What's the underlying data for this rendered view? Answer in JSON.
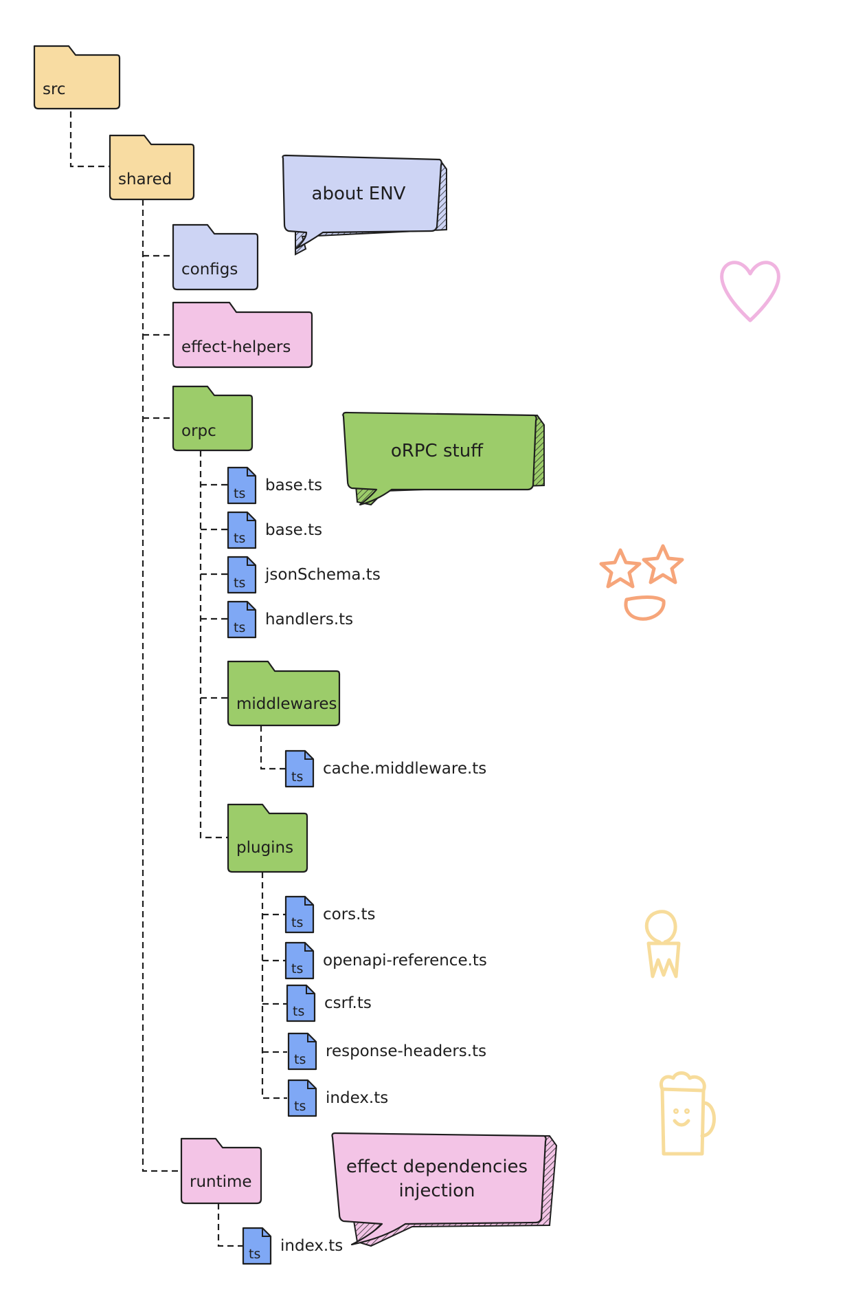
{
  "colors": {
    "folder_orange": "#f8dca2",
    "folder_lavender": "#cdd4f4",
    "folder_pink": "#f3c4e6",
    "folder_green": "#9ccc6a",
    "file_blue": "#7fa8f5",
    "outline": "#1e1e1e",
    "deco_heart": "#f0b4e0",
    "deco_stars": "#f6a57a",
    "deco_person": "#f7dc9b",
    "deco_beer": "#f7dc9b"
  },
  "tree": {
    "src": "src",
    "shared": "shared",
    "configs": "configs",
    "effect_helpers": "effect-helpers",
    "orpc": "orpc",
    "orpc_files": [
      "base.ts",
      "base.ts",
      "jsonSchema.ts",
      "handlers.ts"
    ],
    "middlewares": "middlewares",
    "middlewares_files": [
      "cache.middleware.ts"
    ],
    "plugins": "plugins",
    "plugins_files": [
      "cors.ts",
      "openapi-reference.ts",
      "csrf.ts",
      "response-headers.ts",
      "index.ts"
    ],
    "runtime": "runtime",
    "runtime_files": [
      "index.ts"
    ]
  },
  "file_icon_text": "ts",
  "callouts": {
    "env": "about ENV",
    "orpc": "oRPC stuff",
    "runtime_line1": "effect dependencies",
    "runtime_line2": "injection"
  },
  "decorations": [
    "heart-icon",
    "star-eyes-icon",
    "person-icon",
    "beer-mug-icon"
  ]
}
